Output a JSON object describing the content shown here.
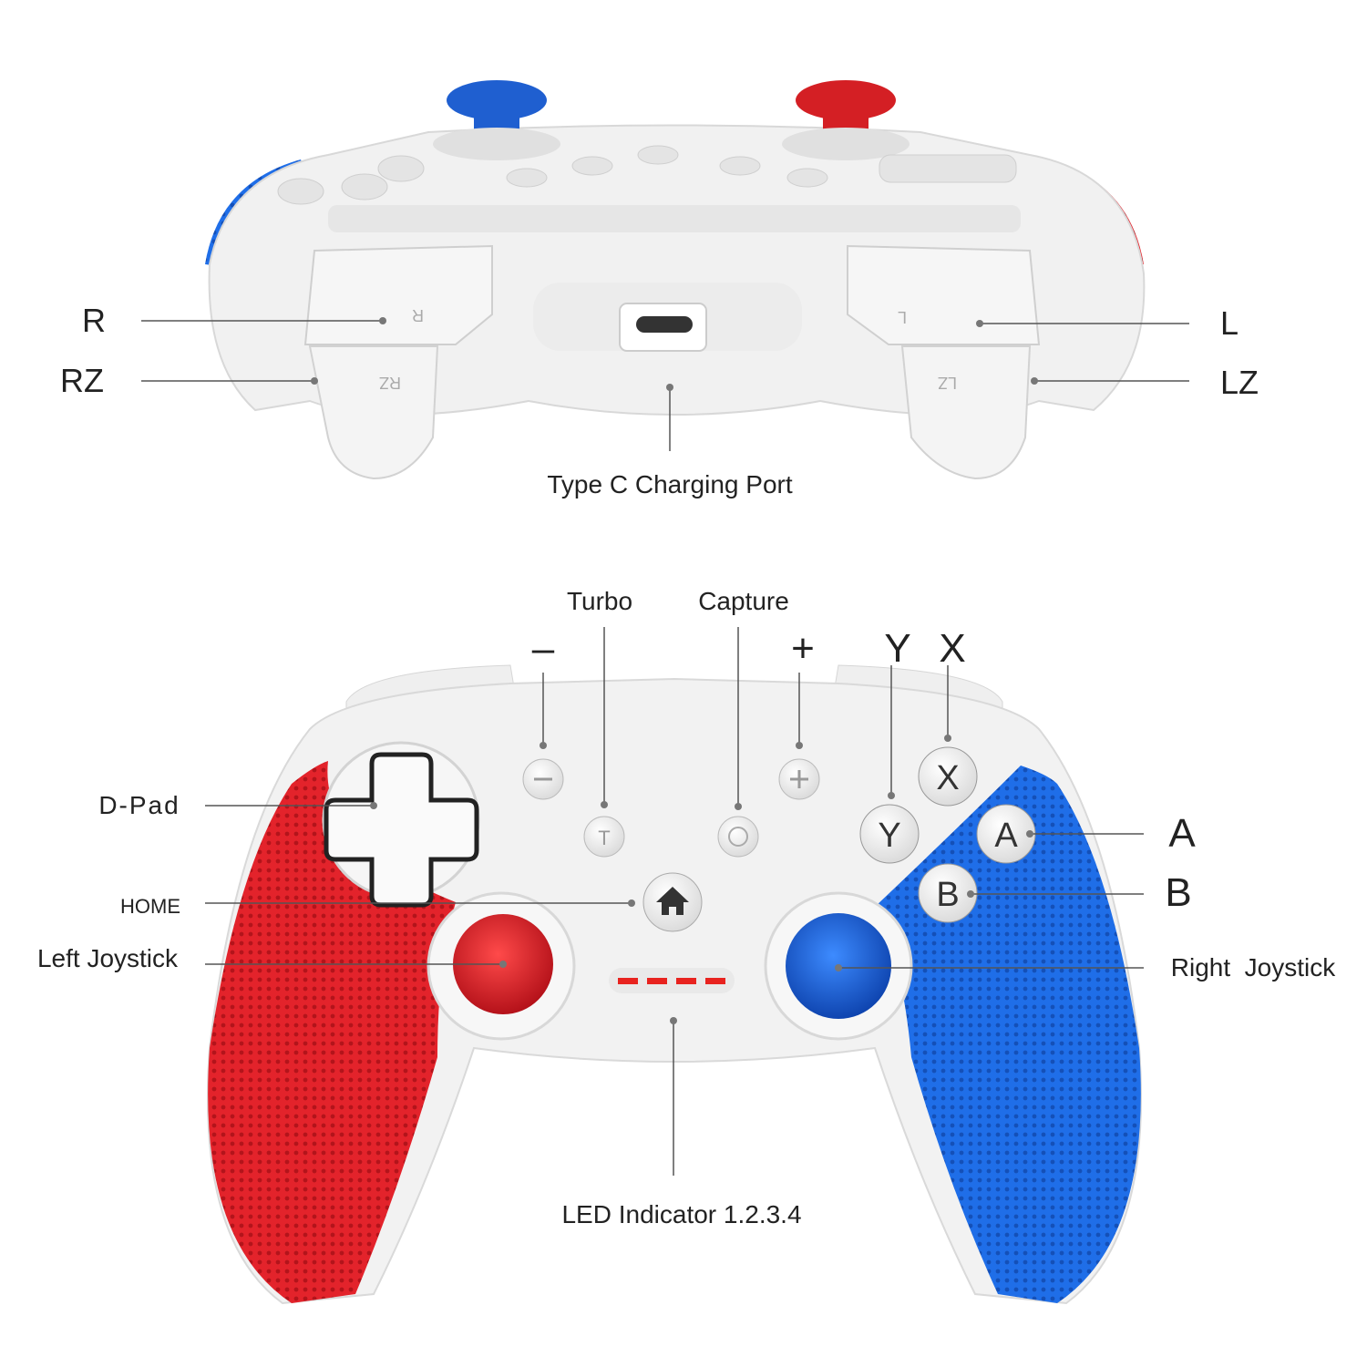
{
  "colors": {
    "red": "#e3232b",
    "blue": "#1f6ee8",
    "body": "#f2f2f2",
    "led": "#e8231f"
  },
  "back_view": {
    "labels": {
      "r": "R",
      "rz": "RZ",
      "l": "L",
      "lz": "LZ",
      "port": "Type C Charging Port"
    },
    "trigger_marks": {
      "r": "R",
      "rz": "RZ",
      "l": "L",
      "lz": "LZ"
    }
  },
  "front_view": {
    "labels": {
      "turbo": "Turbo",
      "capture": "Capture",
      "minus": "–",
      "plus": "+",
      "y": "Y",
      "x": "X",
      "dpad": "D-Pad",
      "home": "HOME",
      "left_joystick": "Left Joystick",
      "a": "A",
      "b": "B",
      "right_joystick": "Right  Joystick",
      "led": "LED Indicator 1.2.3.4"
    },
    "button_glyphs": {
      "x": "X",
      "y": "Y",
      "a": "A",
      "b": "B",
      "turbo": "T"
    },
    "led_count": 4
  }
}
